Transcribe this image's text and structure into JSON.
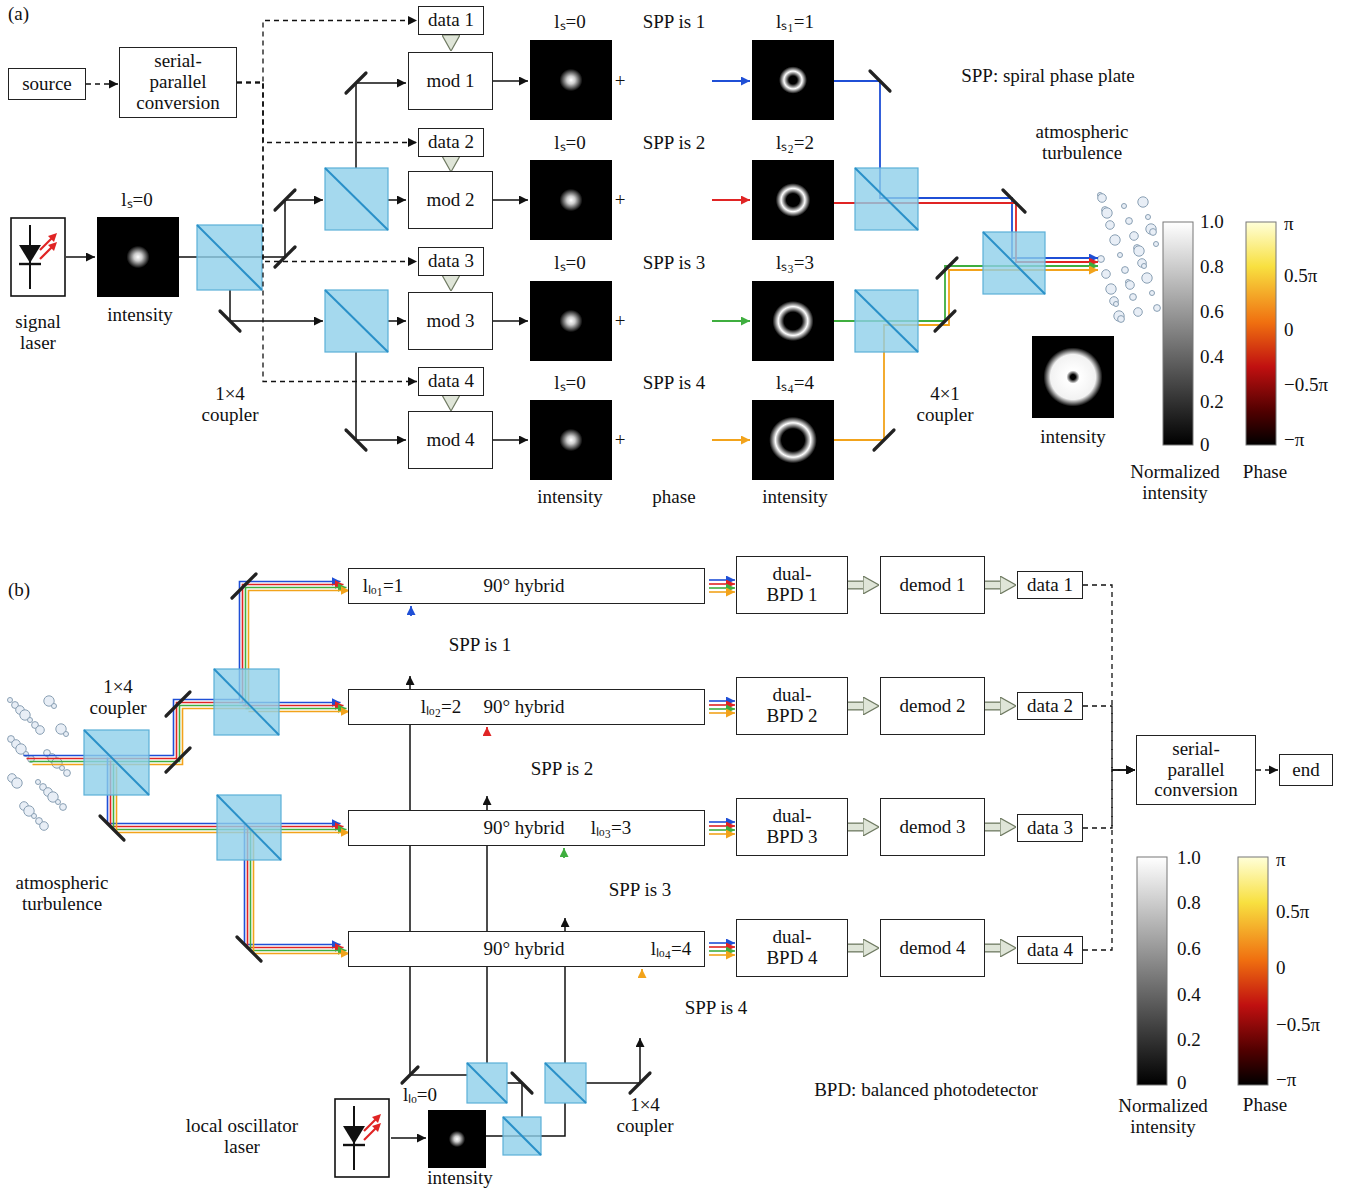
{
  "diagram": {
    "nodes": [
      {
        "text": [
          "source"
        ]
      },
      {
        "text": [
          "serial-parallel conversion"
        ]
      },
      {
        "text": [
          "data 1"
        ]
      },
      {
        "text": [
          "data 2"
        ]
      },
      {
        "text": [
          "data 3"
        ]
      },
      {
        "text": [
          "data 4"
        ]
      },
      {
        "text": [
          "mod 1"
        ]
      },
      {
        "text": [
          "mod 2"
        ]
      },
      {
        "text": [
          "mod 3"
        ]
      },
      {
        "text": [
          "mod 4"
        ]
      },
      {
        "text": [
          "lₗₒ₁=1",
          "90° hybrid"
        ]
      },
      {
        "text": [
          "lₗₒ₂=2",
          "90° hybrid"
        ]
      },
      {
        "text": [
          "90° hybrid",
          "lₗₒ₃=3"
        ]
      },
      {
        "text": [
          "90° hybrid",
          "lₗₒ₄=4"
        ]
      },
      {
        "text": [
          "dual-BPD 1"
        ]
      },
      {
        "text": [
          "dual-BPD 2"
        ]
      },
      {
        "text": [
          "dual-BPD 3"
        ]
      },
      {
        "text": [
          "dual-BPD 4"
        ]
      },
      {
        "text": [
          "demod 1"
        ]
      },
      {
        "text": [
          "demod 2"
        ]
      },
      {
        "text": [
          "demod 3"
        ]
      },
      {
        "text": [
          "demod 4"
        ]
      },
      {
        "text": [
          "data 1"
        ]
      },
      {
        "text": [
          "data 2"
        ]
      },
      {
        "text": [
          "data 3"
        ]
      },
      {
        "text": [
          "data 4"
        ]
      },
      {
        "text": [
          "serial-parallel conversion"
        ]
      },
      {
        "text": [
          "end"
        ]
      }
    ],
    "edges": [
      {
        "from": 0,
        "to": 1,
        "arrow": "to"
      },
      {
        "from": 1,
        "to": 2,
        "arrow": "to"
      },
      {
        "from": 1,
        "to": 3,
        "arrow": "to"
      },
      {
        "from": 1,
        "to": 4,
        "arrow": "to"
      },
      {
        "from": 1,
        "to": 5,
        "arrow": "to"
      },
      {
        "from": 2,
        "to": 6,
        "arrow": "to"
      },
      {
        "from": 3,
        "to": 7,
        "arrow": "to"
      },
      {
        "from": 4,
        "to": 8,
        "arrow": "to"
      },
      {
        "from": 5,
        "to": 9,
        "arrow": "to"
      },
      {
        "from": 10,
        "to": 14,
        "arrow": "to"
      },
      {
        "from": 11,
        "to": 15,
        "arrow": "to"
      },
      {
        "from": 12,
        "to": 16,
        "arrow": "to"
      },
      {
        "from": 13,
        "to": 17,
        "arrow": "to"
      },
      {
        "from": 14,
        "to": 18,
        "arrow": "to"
      },
      {
        "from": 15,
        "to": 19,
        "arrow": "to"
      },
      {
        "from": 16,
        "to": 20,
        "arrow": "to"
      },
      {
        "from": 17,
        "to": 21,
        "arrow": "to"
      },
      {
        "from": 18,
        "to": 22,
        "arrow": "to"
      },
      {
        "from": 19,
        "to": 23,
        "arrow": "to"
      },
      {
        "from": 20,
        "to": 24,
        "arrow": "to"
      },
      {
        "from": 21,
        "to": 25,
        "arrow": "to"
      },
      {
        "from": 22,
        "to": 26,
        "arrow": "to"
      },
      {
        "from": 23,
        "to": 26,
        "arrow": "to"
      },
      {
        "from": 24,
        "to": 26,
        "arrow": "to"
      },
      {
        "from": 25,
        "to": 26,
        "arrow": "to"
      },
      {
        "from": 26,
        "to": 27,
        "arrow": "to"
      }
    ],
    "labels": [
      "(a)",
      "lₛ=0",
      "intensity",
      "signal laser",
      "1×4 coupler",
      "lₛ=0",
      "SPP is 1",
      "lₛ₁=1",
      "+",
      "lₛ=0",
      "SPP is 2",
      "lₛ₂=2",
      "+",
      "lₛ=0",
      "SPP is 3",
      "lₛ₃=3",
      "+",
      "lₛ=0",
      "SPP is 4",
      "lₛ₄=4",
      "+",
      "intensity",
      "phase",
      "intensity",
      "SPP: spiral phase plate",
      "atmospheric turbulence",
      "4×1 coupler",
      "intensity",
      "1.0",
      "0.8",
      "0.6",
      "0.4",
      "0.2",
      "0",
      "Normalized intensity",
      "π",
      "0.5π",
      "0",
      "−0.5π",
      "−π",
      "Phase",
      "(b)",
      "1×4 coupler",
      "atmospheric turbulence",
      "SPP is 1",
      "SPP is 2",
      "SPP is 3",
      "SPP is 4",
      "lₗₒ=0",
      "intensity",
      "local oscillator laser",
      "1×4 coupler",
      "BPD: balanced photodetector",
      "1.0",
      "0.8",
      "0.6",
      "0.4",
      "0.2",
      "0",
      "Normalized intensity",
      "π",
      "0.5π",
      "0",
      "−0.5π",
      "−π",
      "Phase"
    ]
  }
}
